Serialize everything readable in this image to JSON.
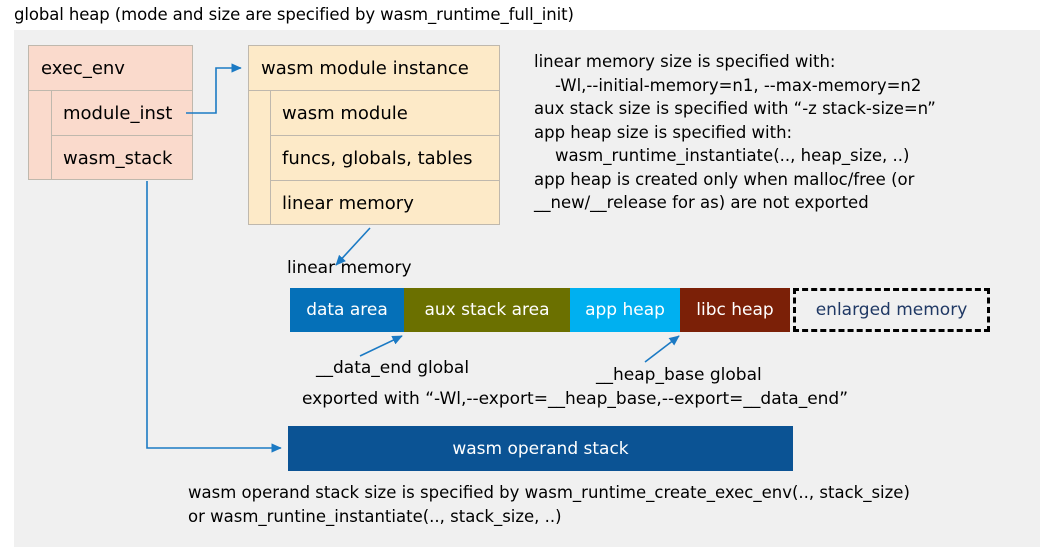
{
  "title": "global heap (mode and size are specified by wasm_runtime_full_init)",
  "colors": {
    "panel_bg": "#f0f0f0",
    "exec_env_fill": "#fadacc",
    "module_instance_fill": "#fdeac8",
    "box_border": "#bfb8ad",
    "connector": "#1b7ac4",
    "data_area": "#0570b8",
    "aux_stack_area": "#6b7000",
    "app_heap": "#00b0f0",
    "libc_heap": "#7b2007",
    "enlarged_memory_text": "#1f3864",
    "operand_stack": "#0b5394"
  },
  "exec_env": {
    "header": "exec_env",
    "fields": [
      {
        "label": "module_inst"
      },
      {
        "label": "wasm_stack"
      }
    ]
  },
  "module_instance": {
    "header": "wasm module instance",
    "fields": [
      {
        "label": "wasm module"
      },
      {
        "label": "funcs, globals, tables"
      },
      {
        "label": "linear memory"
      }
    ]
  },
  "notes": {
    "right_block": "linear memory size is specified with:\n    -Wl,--initial-memory=n1, --max-memory=n2\naux stack size is specified with “-z stack-size=n”\napp heap size is specified with:\n    wasm_runtime_instantiate(.., heap_size, ..)\napp heap is created only when malloc/free (or\n__new/__release for as) are not exported",
    "bottom_block": "wasm operand stack size is specified by wasm_runtime_create_exec_env(.., stack_size)\nor wasm_runtine_instantiate(.., stack_size, ..)"
  },
  "linear_memory": {
    "label": "linear memory",
    "segments": [
      {
        "label": "data area",
        "style": "solid",
        "color": "#0570b8"
      },
      {
        "label": "aux stack area",
        "style": "solid",
        "color": "#6b7000"
      },
      {
        "label": "app heap",
        "style": "solid",
        "color": "#00b0f0"
      },
      {
        "label": "libc heap",
        "style": "solid",
        "color": "#7b2007"
      },
      {
        "label": "enlarged memory",
        "style": "dashed",
        "color": "#f0f0f0"
      }
    ]
  },
  "annotations": {
    "data_end": "__data_end global",
    "heap_base": "__heap_base global",
    "exported_with": "exported with “-Wl,--export=__heap_base,--export=__data_end”"
  },
  "operand_stack": {
    "label": "wasm operand stack"
  }
}
